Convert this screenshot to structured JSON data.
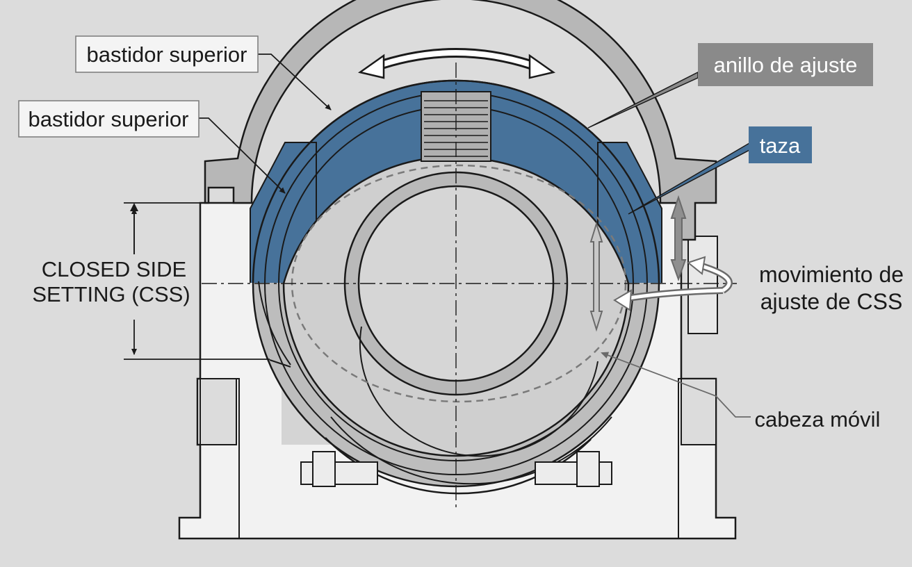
{
  "labels": {
    "upper_frame_1": "bastidor superior",
    "upper_frame_2": "bastidor superior",
    "adjusting_ring": "anillo de ajuste",
    "bowl": "taza",
    "css_line1": "CLOSED SIDE",
    "css_line2": "SETTING (CSS)",
    "movement_line1": "movimiento de",
    "movement_line2": "ajuste de CSS",
    "mantle": "cabeza móvil"
  },
  "colors": {
    "background": "#dcdcdc",
    "frame_fill": "#f2f2f2",
    "bowl_blue": "#47729a",
    "ring_gray": "#a9a9a9",
    "mantle_fill": "#cfcfcf",
    "label_dark": "#8a8a8a",
    "label_blue": "#47729a",
    "outline": "#1a1a1a"
  }
}
